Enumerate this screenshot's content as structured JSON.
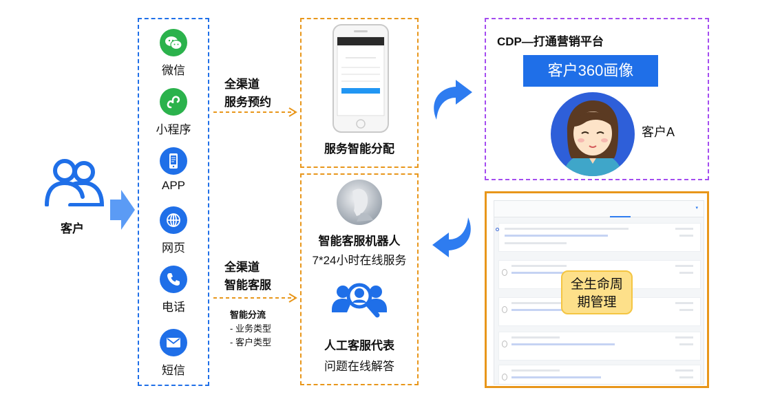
{
  "customer": {
    "label": "客户"
  },
  "channels": [
    {
      "label": "微信",
      "icon": "wechat-icon",
      "color": "#2bb24c"
    },
    {
      "label": "小程序",
      "icon": "mini-program-icon",
      "color": "#2bb24c"
    },
    {
      "label": "APP",
      "icon": "phone-app-icon",
      "color": "#1f6fe8"
    },
    {
      "label": "网页",
      "icon": "globe-icon",
      "color": "#1f6fe8"
    },
    {
      "label": "电话",
      "icon": "telephone-icon",
      "color": "#1f6fe8"
    },
    {
      "label": "短信",
      "icon": "envelope-icon",
      "color": "#1f6fe8"
    }
  ],
  "flow_top": {
    "line1": "全渠道",
    "line2": "服务预约"
  },
  "flow_bottom": {
    "line1": "全渠道",
    "line2": "智能客服",
    "sub_title": "智能分流",
    "sub_items": [
      "- 业务类型",
      "- 客户类型"
    ]
  },
  "dispatch": {
    "label": "服务智能分配"
  },
  "service": {
    "robot_title": "智能客服机器人",
    "robot_sub": "7*24小时在线服务",
    "human_title": "人工客服代表",
    "human_sub": "问题在线解答"
  },
  "cdp": {
    "title": "CDP—打通营销平台",
    "banner": "客户360画像",
    "customer_name": "客户A"
  },
  "lifecycle": {
    "badge": "全生命周期管理"
  },
  "colors": {
    "blue": "#1f6fe8",
    "orange": "#e8961a",
    "purple": "#a44cf0",
    "green": "#2bb24c"
  }
}
